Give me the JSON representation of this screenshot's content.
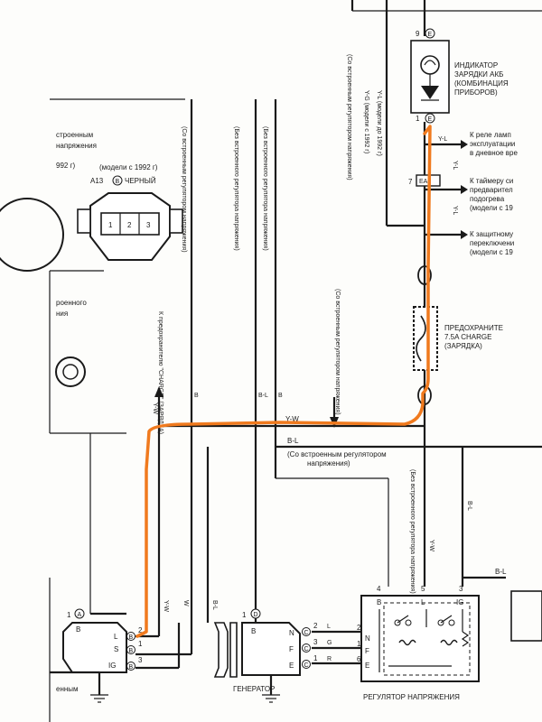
{
  "left_fragments": {
    "f1": "строенным",
    "f2": "напряжения",
    "f3": "992 г)",
    "f4": "роенного",
    "f5": "ния"
  },
  "connector_a13": {
    "models": "(модели с 1992 г)",
    "id": "A13",
    "badge": "B",
    "color": "ЧЕРНЫЙ",
    "pins": [
      "1",
      "2",
      "3"
    ]
  },
  "vertical_notes": {
    "with_regulator": "(Со встроенным регулятором напряжения)",
    "without_regulator": "(Без встроенного регулятора напряжения)",
    "to_charge_indicator": "К предохранителю \"CHARGE\" (ЗАРЯДКА)",
    "yl_to_1992": "Y-L (модели до 1992 г)",
    "yg_from_1992": "Y-G (модели с 1992 г)",
    "with_reg_right": "(Со встроенным регулятором напряжения)",
    "with_reg_mid": "(Со встроенным регулятором напряжения)",
    "without_reg_right": "(Без встроенного регулятора напряжения)"
  },
  "indicator": {
    "title_l1": "ИНДИКАТОР",
    "title_l2": "ЗАРЯДКИ АКБ",
    "title_l3": "(КОМБИНАЦИЯ",
    "title_l4": "ПРИБОРОВ)",
    "pin_top": "9",
    "pin_top_badge": "E",
    "pin_bottom": "1",
    "pin_bottom_badge": "E"
  },
  "right_branches": {
    "wire1": "Y-L",
    "wire2": "Y-L",
    "wire3": "Y-L",
    "connector_pin": "7",
    "connector_id": "EA1",
    "b1_l1": "К реле ламп",
    "b1_l2": "эксплуатации",
    "b1_l3": "в дневное вре",
    "b2_l1": "К таймеру си",
    "b2_l2": "предварител",
    "b2_l3": "подогрева",
    "b2_l4": "(модели с 19",
    "b3_l1": "К защитному",
    "b3_l2": "переключени",
    "b3_l3": "(модели с 19"
  },
  "fuse": {
    "l1": "ПРЕДОХРАНИТЕ",
    "l2": "7.5A CHARGE",
    "l3": "(ЗАРЯДКА)"
  },
  "wires": {
    "yw_horizontal": "Y-W",
    "yw_vertical": "Y-W",
    "bl_horizontal": "B-L",
    "b_left": "B",
    "bl_left": "B-L",
    "b_mid": "B",
    "yw_lower": "Y-W",
    "w_lower": "W",
    "bl_lower": "B-L",
    "yw_right": "Y-W",
    "bl_right": "B-L",
    "bl_far_right": "B-L",
    "with_reg_horizontal": "(Со встроенным регулятором",
    "with_reg_horizontal2": "напряжения)"
  },
  "alt_left": {
    "pin_top": "1",
    "pin_top_badge": "A",
    "label_b": "B",
    "label_l": "L",
    "label_s": "S",
    "label_ig": "IG",
    "pin_l": "2",
    "pin_s": "1",
    "pin_ig": "3",
    "badge": "B",
    "footer": "енным"
  },
  "generator": {
    "pin_top": "1",
    "pin_top_badge": "D",
    "label_b": "B",
    "label_n": "N",
    "label_f": "F",
    "label_e": "E",
    "badge_n": "C",
    "badge_f": "C",
    "badge_e": "C",
    "pin_n": "2",
    "pin_f": "3",
    "pin_e": "1",
    "wire_l": "L",
    "wire_g": "G",
    "wire_r": "R",
    "caption": "ГЕНЕРАТОР"
  },
  "regulator": {
    "caption": "РЕГУЛЯТОР НАПРЯЖЕНИЯ",
    "pin_b": "4",
    "pin_l": "5",
    "pin_ig": "3",
    "pin_n": "2",
    "pin_f": "1",
    "pin_e": "6",
    "label_b": "B",
    "label_l": "L",
    "label_ig": "IG",
    "label_n": "N",
    "label_f": "F",
    "label_e": "E"
  }
}
